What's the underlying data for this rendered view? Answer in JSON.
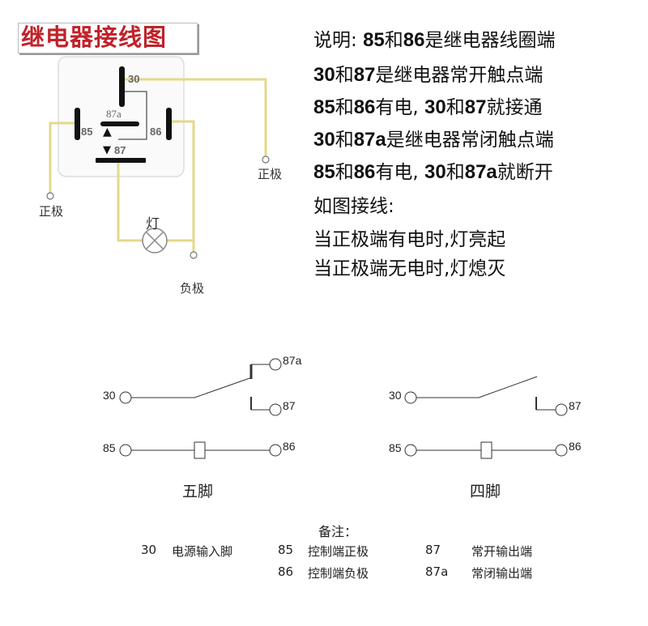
{
  "wiring_diagram": {
    "title": "继电器接线图",
    "pins": {
      "p30": "30",
      "p85": "85",
      "p86": "86",
      "p87": "87",
      "p87a": "87a"
    },
    "arrow_up": "▲",
    "arrow_down": "▼",
    "positive_right": "正极",
    "positive_left": "正极",
    "negative": "负极",
    "lamp_label": "灯",
    "colors": {
      "title": "#c0222a",
      "wire": "#e3d98a",
      "contact": "#111111",
      "box_border": "#dddddd"
    }
  },
  "explanation": {
    "lines": [
      {
        "parts": [
          {
            "t": "说明: ",
            "b": false
          },
          {
            "t": "85",
            "b": true
          },
          {
            "t": "和",
            "b": false
          },
          {
            "t": "86",
            "b": true
          },
          {
            "t": "是继电器线圈端",
            "b": false
          }
        ]
      },
      {
        "parts": [
          {
            "t": "30",
            "b": true
          },
          {
            "t": "和",
            "b": false
          },
          {
            "t": "87",
            "b": true
          },
          {
            "t": "是继电器常开触点端",
            "b": false
          }
        ]
      },
      {
        "parts": [
          {
            "t": "85",
            "b": true
          },
          {
            "t": "和",
            "b": false
          },
          {
            "t": "86",
            "b": true
          },
          {
            "t": "有电, ",
            "b": false
          },
          {
            "t": "30",
            "b": true
          },
          {
            "t": "和",
            "b": false
          },
          {
            "t": "87",
            "b": true
          },
          {
            "t": "就接通",
            "b": false
          }
        ]
      },
      {
        "parts": [
          {
            "t": "30",
            "b": true
          },
          {
            "t": "和",
            "b": false
          },
          {
            "t": "87a",
            "b": true
          },
          {
            "t": "是继电器常闭触点端",
            "b": false
          }
        ]
      },
      {
        "parts": [
          {
            "t": "85",
            "b": true
          },
          {
            "t": "和",
            "b": false
          },
          {
            "t": "86",
            "b": true
          },
          {
            "t": "有电, ",
            "b": false
          },
          {
            "t": "30",
            "b": true
          },
          {
            "t": "和",
            "b": false
          },
          {
            "t": "87a",
            "b": true
          },
          {
            "t": "就断开",
            "b": false
          }
        ]
      },
      {
        "parts": [
          {
            "t": "如图接线:",
            "b": false
          }
        ]
      },
      {
        "parts": [
          {
            "t": "当正极端有电时,灯亮起",
            "b": false
          }
        ]
      },
      {
        "parts": [
          {
            "t": "当正极端无电时,灯熄灭",
            "b": false
          }
        ]
      }
    ]
  },
  "schematics": {
    "five_pin": {
      "title": "五脚",
      "p30": "30",
      "p87a": "87a",
      "p87": "87",
      "p85": "85",
      "p86": "86"
    },
    "four_pin": {
      "title": "四脚",
      "p30": "30",
      "p87": "87",
      "p85": "85",
      "p86": "86"
    }
  },
  "notes": {
    "heading": "备注：",
    "rows": [
      [
        {
          "num": "30",
          "desc": "电源输入脚"
        },
        {
          "num": "85",
          "desc": "控制端正极"
        },
        {
          "num": "87",
          "desc": "常开输出端"
        }
      ],
      [
        {
          "num": "",
          "desc": ""
        },
        {
          "num": "86",
          "desc": "控制端负极"
        },
        {
          "num": "87a",
          "desc": "常闭输出端"
        }
      ]
    ]
  }
}
